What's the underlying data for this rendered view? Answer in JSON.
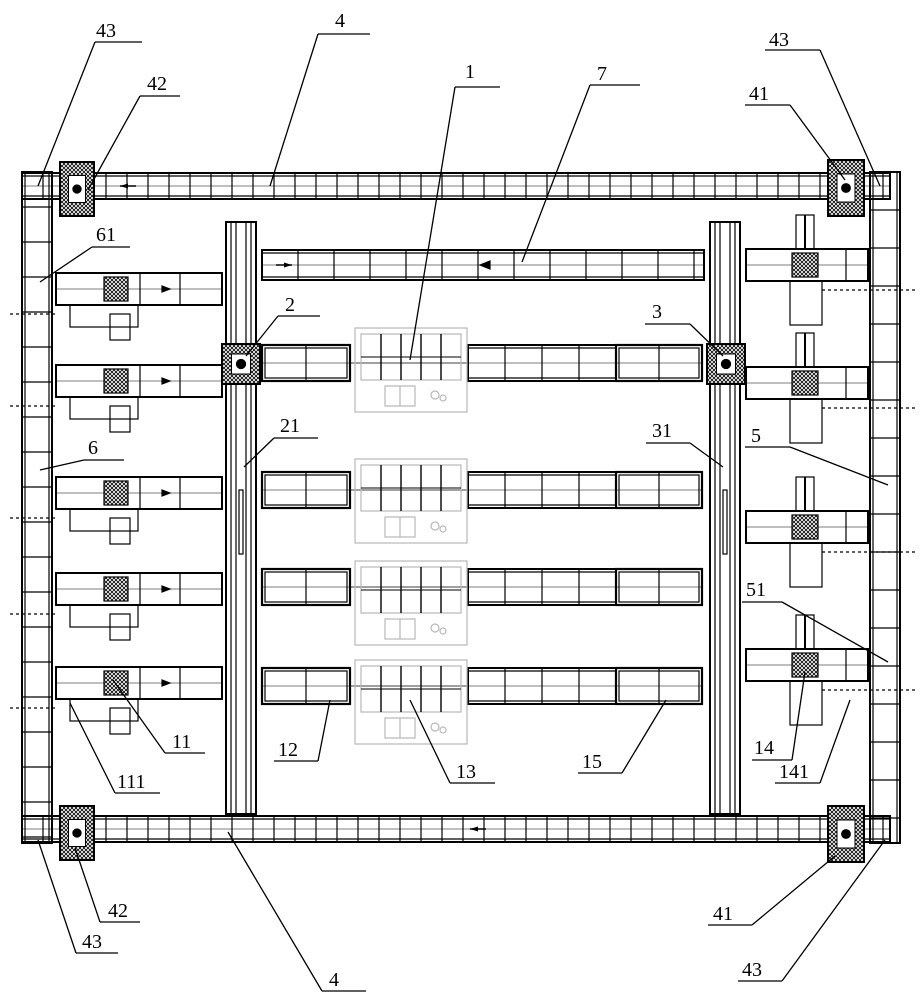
{
  "labels": {
    "l1": "1",
    "l2": "2",
    "l3": "3",
    "l4a": "4",
    "l4b": "4",
    "l5": "5",
    "l51": "51",
    "l6": "6",
    "l61": "61",
    "l7": "7",
    "l11": "11",
    "l111": "111",
    "l12": "12",
    "l13": "13",
    "l14": "14",
    "l141": "141",
    "l15": "15",
    "l21": "21",
    "l31": "31",
    "l41a": "41",
    "l41b": "41",
    "l42a": "42",
    "l42b": "42",
    "l43a": "43",
    "l43b": "43",
    "l43c": "43",
    "l43d": "43"
  },
  "colors": {
    "line": "#000000",
    "ghost": "#b8b8b8"
  }
}
